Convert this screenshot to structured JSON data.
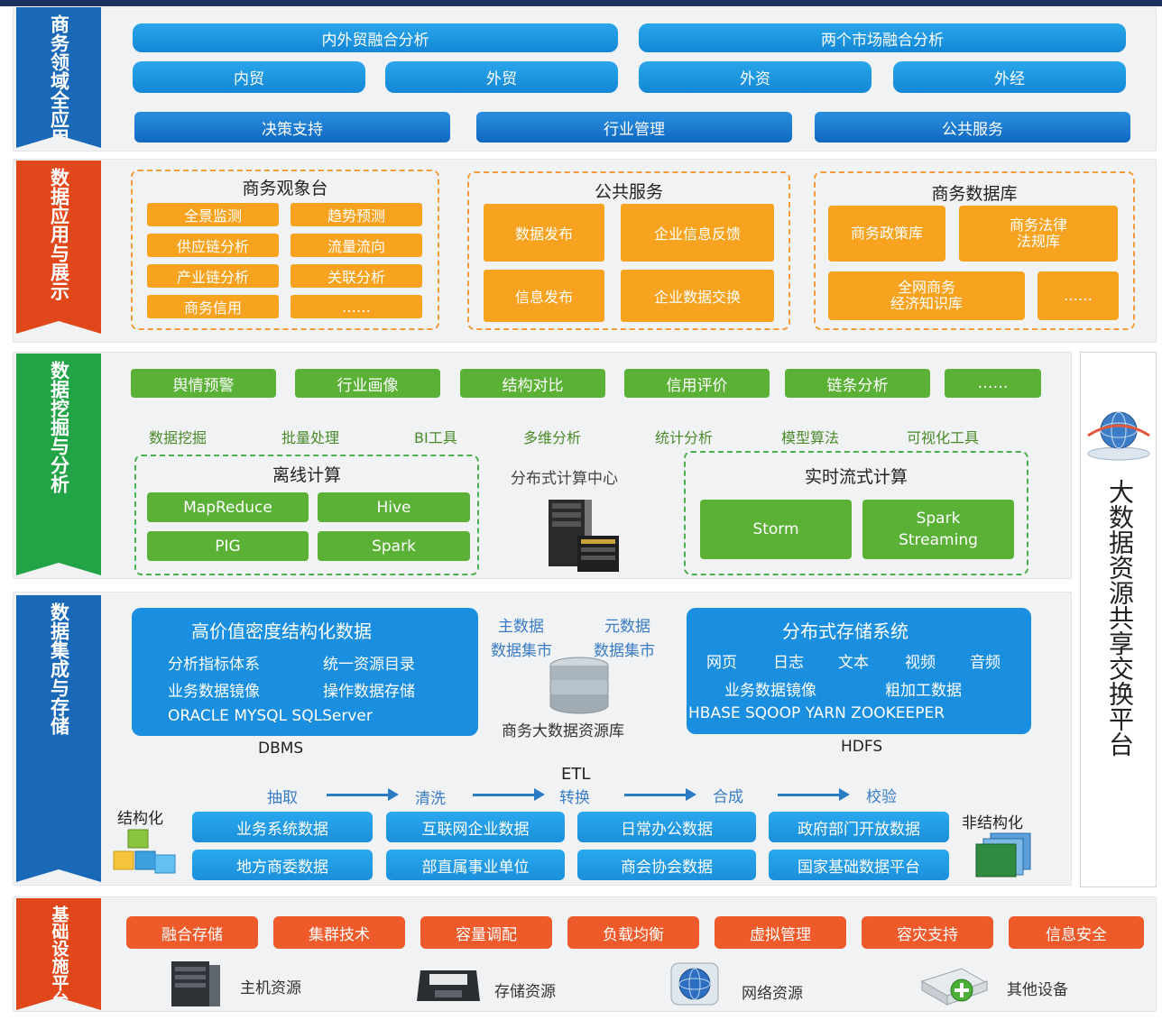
{
  "layers": {
    "business": {
      "label": "商务领域全应用",
      "top_row": [
        "内外贸融合分析",
        "两个市场融合分析"
      ],
      "mid_row": [
        "内贸",
        "外贸",
        "外资",
        "外经"
      ],
      "bottom_row": [
        "决策支持",
        "行业管理",
        "公共服务"
      ]
    },
    "application": {
      "label": "数据应用与展示",
      "observatory": {
        "title": "商务观象台",
        "items": [
          "全景监测",
          "趋势预测",
          "供应链分析",
          "流量流向",
          "产业链分析",
          "关联分析",
          "商务信用",
          "……"
        ]
      },
      "public_service": {
        "title": "公共服务",
        "items": [
          "数据发布",
          "企业信息反馈",
          "信息发布",
          "企业数据交换"
        ]
      },
      "database": {
        "title": "商务数据库",
        "items": [
          "商务政策库",
          "商务法律\n法规库",
          "全网商务\n经济知识库",
          "……"
        ]
      }
    },
    "mining": {
      "label": "数据挖掘与分析",
      "top_items": [
        "舆情预警",
        "行业画像",
        "结构对比",
        "信用评价",
        "链条分析",
        "……"
      ],
      "tools": [
        "数据挖掘",
        "批量处理",
        "BI工具",
        "多维分析",
        "统计分析",
        "模型算法",
        "可视化工具"
      ],
      "offline": {
        "title": "离线计算",
        "items": [
          "MapReduce",
          "Hive",
          "PIG",
          "Spark"
        ]
      },
      "center": "分布式计算中心",
      "realtime": {
        "title": "实时流式计算",
        "items": [
          "Storm",
          "Spark\nStreaming"
        ]
      }
    },
    "storage": {
      "label": "数据集成与存储",
      "structured": {
        "title": "高价值密度结构化数据",
        "row1": [
          "分析指标体系",
          "统一资源目录"
        ],
        "row2": [
          "业务数据镜像",
          "操作数据存储"
        ],
        "row3": "ORACLE  MYSQL  SQLServer",
        "caption": "DBMS"
      },
      "center": {
        "left1": "主数据",
        "left2": "数据集市",
        "right1": "元数据",
        "right2": "数据集市",
        "caption": "商务大数据资源库"
      },
      "distributed": {
        "title": "分布式存储系统",
        "row1": [
          "网页",
          "日志",
          "文本",
          "视频",
          "音频"
        ],
        "row2": [
          "业务数据镜像",
          "粗加工数据"
        ],
        "row3": "HBASE SQOOP YARN ZOOKEEPER",
        "caption": "HDFS"
      },
      "etl": {
        "title": "ETL",
        "steps": [
          "抽取",
          "清洗",
          "转换",
          "合成",
          "校验"
        ]
      },
      "structured_label": "结构化",
      "unstructured_label": "非结构化",
      "sources": [
        "业务系统数据",
        "互联网企业数据",
        "日常办公数据",
        "政府部门开放数据",
        "地方商委数据",
        "部直属事业单位",
        "商会协会数据",
        "国家基础数据平台"
      ]
    },
    "infra": {
      "label": "基础设施平台",
      "items": [
        "融合存储",
        "集群技术",
        "容量调配",
        "负载均衡",
        "虚拟管理",
        "容灾支持",
        "信息安全"
      ],
      "resources": [
        "主机资源",
        "存储资源",
        "网络资源",
        "其他设备"
      ]
    }
  },
  "side_platform": "大数据资源共享交换平台",
  "colors": {
    "blue": "#1a68b8",
    "orange": "#e0481b",
    "green": "#21a346",
    "pill_orange": "#f7a31f",
    "pill_green": "#5ab136",
    "pill_red": "#ee5a2a"
  }
}
